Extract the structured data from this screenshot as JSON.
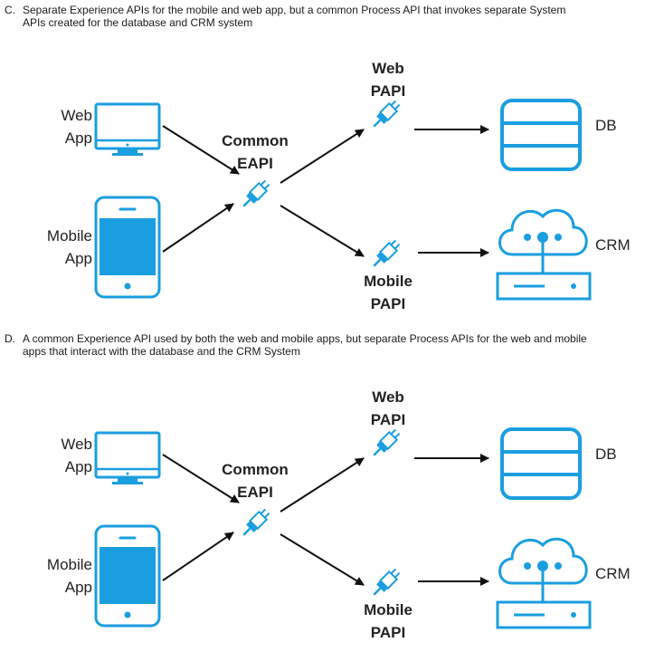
{
  "options": [
    {
      "letter": "C.",
      "line1": "Separate Experience APIs for the mobile and web app, but a common Process API that invokes separate System",
      "line2": "APIs created for the database and CRM system",
      "diagram": {
        "web_app": [
          "Web",
          "App"
        ],
        "mobile_app": [
          "Mobile",
          "App"
        ],
        "common": [
          "Common",
          "EAPI"
        ],
        "web_api": [
          "Web",
          "PAPI"
        ],
        "mobile_api": [
          "Mobile",
          "PAPI"
        ],
        "db": "DB",
        "crm": "CRM"
      }
    },
    {
      "letter": "D.",
      "line1": "A common Experience API used by both the web and mobile apps, but separate Process APIs for the web and mobile",
      "line2": "apps that interact with the database and the CRM System",
      "diagram": {
        "web_app": [
          "Web",
          "App"
        ],
        "mobile_app": [
          "Mobile",
          "App"
        ],
        "common": [
          "Common",
          "EAPI"
        ],
        "web_api": [
          "Web",
          "PAPI"
        ],
        "mobile_api": [
          "Mobile",
          "PAPI"
        ],
        "db": "DB",
        "crm": "CRM"
      }
    }
  ],
  "colors": {
    "accent": "#1a9ee0",
    "arrow": "#111111"
  }
}
